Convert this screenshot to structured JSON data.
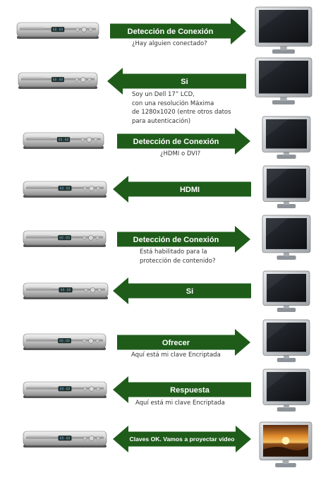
{
  "colors": {
    "arrow": "#1f5c1a",
    "arrow_text": "#ffffff",
    "note_text": "#333333",
    "device_body": "#c9c9c9",
    "tv_bezel": "#bfc3c8",
    "tv_screen": "#1c1f24"
  },
  "steps": [
    {
      "label": "Detección de Conexión",
      "direction": "right",
      "note_lines": [
        "¿Hay alguien conectado?"
      ]
    },
    {
      "label": "Si",
      "direction": "left",
      "note_lines": [
        "Soy un Dell 17” LCD,",
        "con una resolución Máxima",
        "de 1280x1020 (entre otros datos",
        "para autenticación)"
      ]
    },
    {
      "label": "Detección de Conexión",
      "direction": "right",
      "note_lines": [
        "¿HDMI o DVI?"
      ]
    },
    {
      "label": "HDMI",
      "direction": "left",
      "note_lines": []
    },
    {
      "label": "Detección de Conexión",
      "direction": "right",
      "note_lines": [
        "Está habilitado para la",
        "protección de contenido?"
      ]
    },
    {
      "label": "Si",
      "direction": "left",
      "note_lines": []
    },
    {
      "label": "Ofrecer",
      "direction": "right",
      "note_lines": [
        "Aquí está mi clave Encriptada"
      ]
    },
    {
      "label": "Respuesta",
      "direction": "left",
      "note_lines": [
        "Aquí está mi clave Encriptada"
      ]
    },
    {
      "label": "Claves OK. Vamos a proyectar video",
      "direction": "both",
      "note_lines": []
    }
  ],
  "final_screen": "sunset-image"
}
